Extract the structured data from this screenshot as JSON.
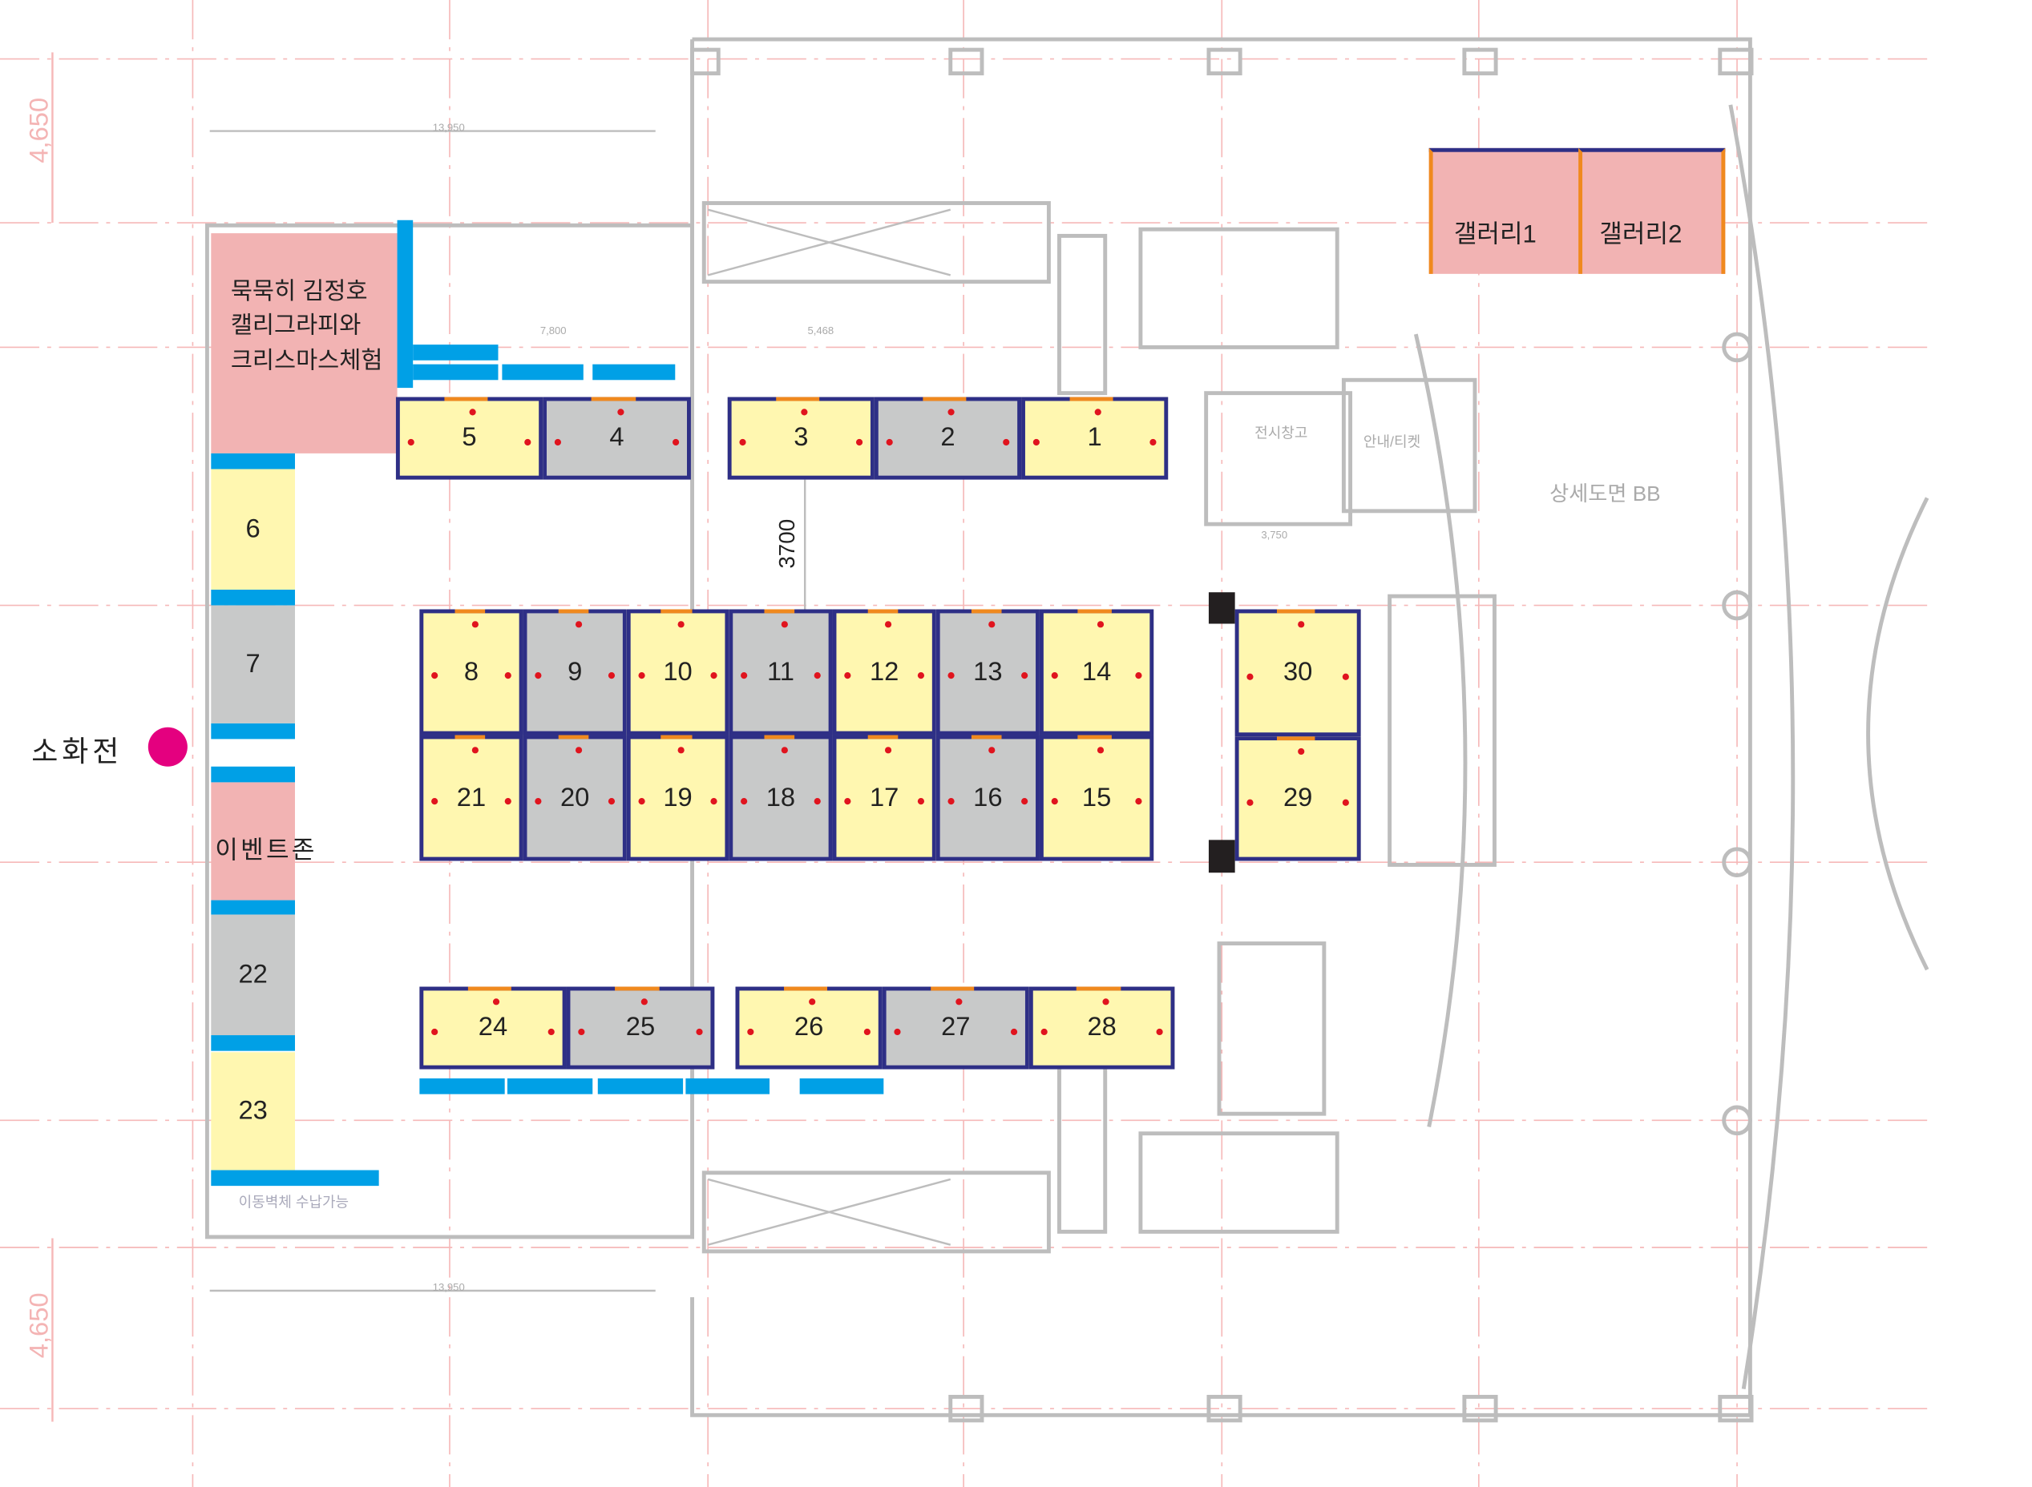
{
  "dimensions": {
    "top": "4,650",
    "bottom": "4,650",
    "span_top": "13,950",
    "span_bottom": "13,950",
    "aisle": "3700",
    "d1": "7,800",
    "d2": "5,468",
    "d3": "3,750"
  },
  "labels": {
    "calligraphy_zone": [
      "묵묵히 김정호",
      "캘리그라피와",
      "크리스마스체험"
    ],
    "event_zone": "이벤트존",
    "hydrant": "소화전",
    "storage": "전시창고",
    "info_ticket": "안내/티켓",
    "detail_ref": "상세도면 BB",
    "movable_wall": "이동벽체 수납가능",
    "gallery1": "갤러리1",
    "gallery2": "갤러리2"
  },
  "colors": {
    "booth_yellow": "#fff7b0",
    "booth_gray": "#c8c9c9",
    "zone_pink": "#f2b3b3",
    "panel_blue": "#00a0e6",
    "frame_navy": "#2e2f86",
    "frame_orange": "#f0891e",
    "hydrant": "#e4007f"
  },
  "booths": [
    {
      "label": "1",
      "type": "y"
    },
    {
      "label": "2",
      "type": "g"
    },
    {
      "label": "3",
      "type": "y"
    },
    {
      "label": "4",
      "type": "g"
    },
    {
      "label": "5",
      "type": "y"
    },
    {
      "label": "6",
      "type": "y"
    },
    {
      "label": "7",
      "type": "g"
    },
    {
      "label": "8",
      "type": "y"
    },
    {
      "label": "9",
      "type": "g"
    },
    {
      "label": "10",
      "type": "y"
    },
    {
      "label": "11",
      "type": "g"
    },
    {
      "label": "12",
      "type": "y"
    },
    {
      "label": "13",
      "type": "g"
    },
    {
      "label": "14",
      "type": "y"
    },
    {
      "label": "15",
      "type": "y"
    },
    {
      "label": "16",
      "type": "g"
    },
    {
      "label": "17",
      "type": "y"
    },
    {
      "label": "18",
      "type": "g"
    },
    {
      "label": "19",
      "type": "y"
    },
    {
      "label": "20",
      "type": "g"
    },
    {
      "label": "21",
      "type": "y"
    },
    {
      "label": "22",
      "type": "g"
    },
    {
      "label": "23",
      "type": "y"
    },
    {
      "label": "24",
      "type": "y"
    },
    {
      "label": "25",
      "type": "g"
    },
    {
      "label": "26",
      "type": "y"
    },
    {
      "label": "27",
      "type": "g"
    },
    {
      "label": "28",
      "type": "y"
    },
    {
      "label": "29",
      "type": "y"
    },
    {
      "label": "30",
      "type": "y"
    }
  ]
}
